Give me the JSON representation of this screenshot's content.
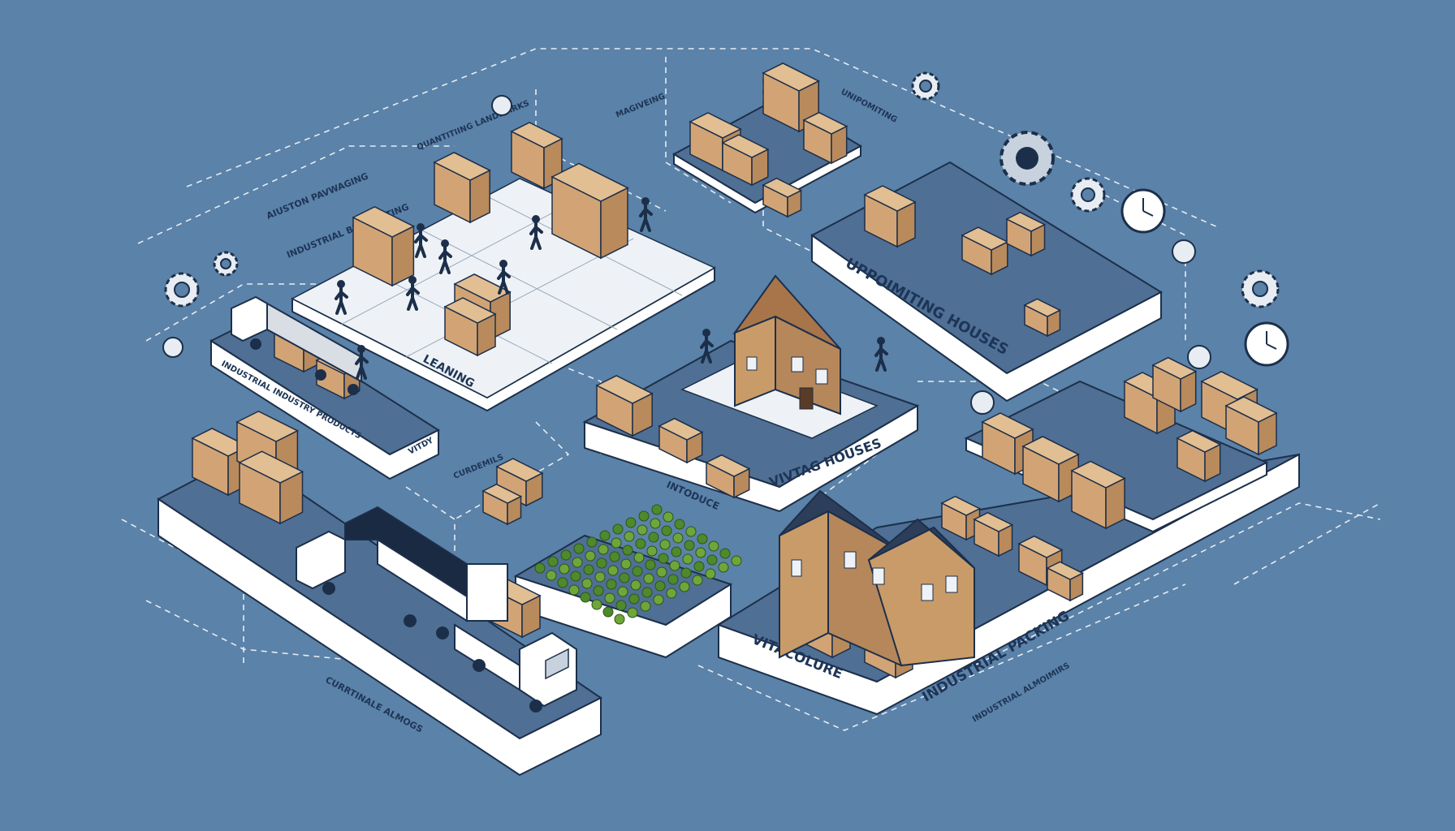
{
  "labels": {
    "upholstering_houses": "UPPOIMITING HOUSES",
    "viving_houses": "VIVTAG HOUSES",
    "industrial_packing": "INDUSTRIAL PACKING",
    "viticulture": "VITACOLURE",
    "introduce": "INTODUCE",
    "leaning": "LEANING",
    "industry_products": "INDUSTRIAL INDUSTRY PRODUCTS",
    "custom_packaging": "AIUSTON PAVWAGING",
    "wrapping": "INDUSTRIAL BHOOLNTING",
    "quantity_calculating": "QUANTITIING LANDMARKS",
    "marketing": "MAGIVEING",
    "unpointing": "UNIPOMITING",
    "vital": "VITDY",
    "counting": "CURDEMILS",
    "bottom_left": "CURRTINALE ALMOGS",
    "bottom_right": "INDUSTRIAL ALMOIMIRS"
  },
  "icon_names": [
    "gear-icon",
    "clock-icon",
    "truck-icon",
    "box-icon",
    "house-icon",
    "worker-icon",
    "crop-icon",
    "pallet-icon"
  ],
  "colors": {
    "background": "#5b82a8",
    "slab_side": "#ffffff",
    "box": "#d2a475",
    "outline": "#1c2f4a"
  }
}
